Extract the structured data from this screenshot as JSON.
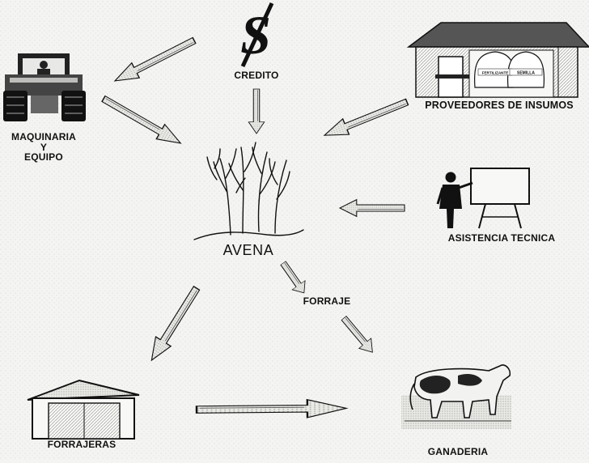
{
  "diagram": {
    "center": {
      "label": "AVENA"
    },
    "nodes": {
      "credito": {
        "label": "CREDITO",
        "icon": "dollar-sign-icon"
      },
      "maquinaria": {
        "label_lines": [
          "MAQUINARIA",
          "Y",
          "EQUIPO"
        ],
        "icon": "tractor-icon"
      },
      "proveedores": {
        "label": "PROVEEDORES DE INSUMOS",
        "icon": "store-icon",
        "sacks": [
          "FERTILIZANTE",
          "SEMILLA"
        ]
      },
      "asistencia": {
        "label": "ASISTENCIA TECNICA",
        "icon": "teacher-board-icon"
      },
      "forraje": {
        "label": "FORRAJE"
      },
      "forrajeras": {
        "label": "FORRAJERAS",
        "icon": "barn-icon"
      },
      "ganaderia": {
        "label": "GANADERIA",
        "icon": "cow-icon"
      }
    }
  }
}
